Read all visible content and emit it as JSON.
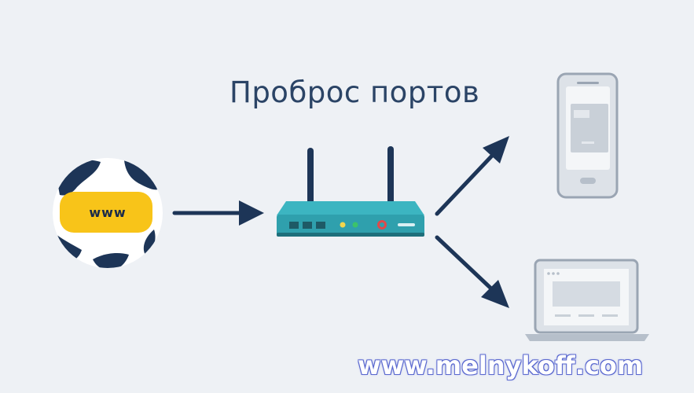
{
  "title": "Проброс портов",
  "globe": {
    "label": "www"
  },
  "watermark": "www.melnykoff.com",
  "colors": {
    "background": "#eef1f5",
    "navy": "#1d3557",
    "title": "#2b4466",
    "router_body": "#2fa0ad",
    "router_dark": "#1e6f7b",
    "globe_banner": "#f8c419",
    "device_gray": "#b6bfca",
    "device_outline": "#9aa5b3",
    "led_yellow": "#f2d64c",
    "led_green": "#3cc36a",
    "power_red": "#e0494a"
  }
}
